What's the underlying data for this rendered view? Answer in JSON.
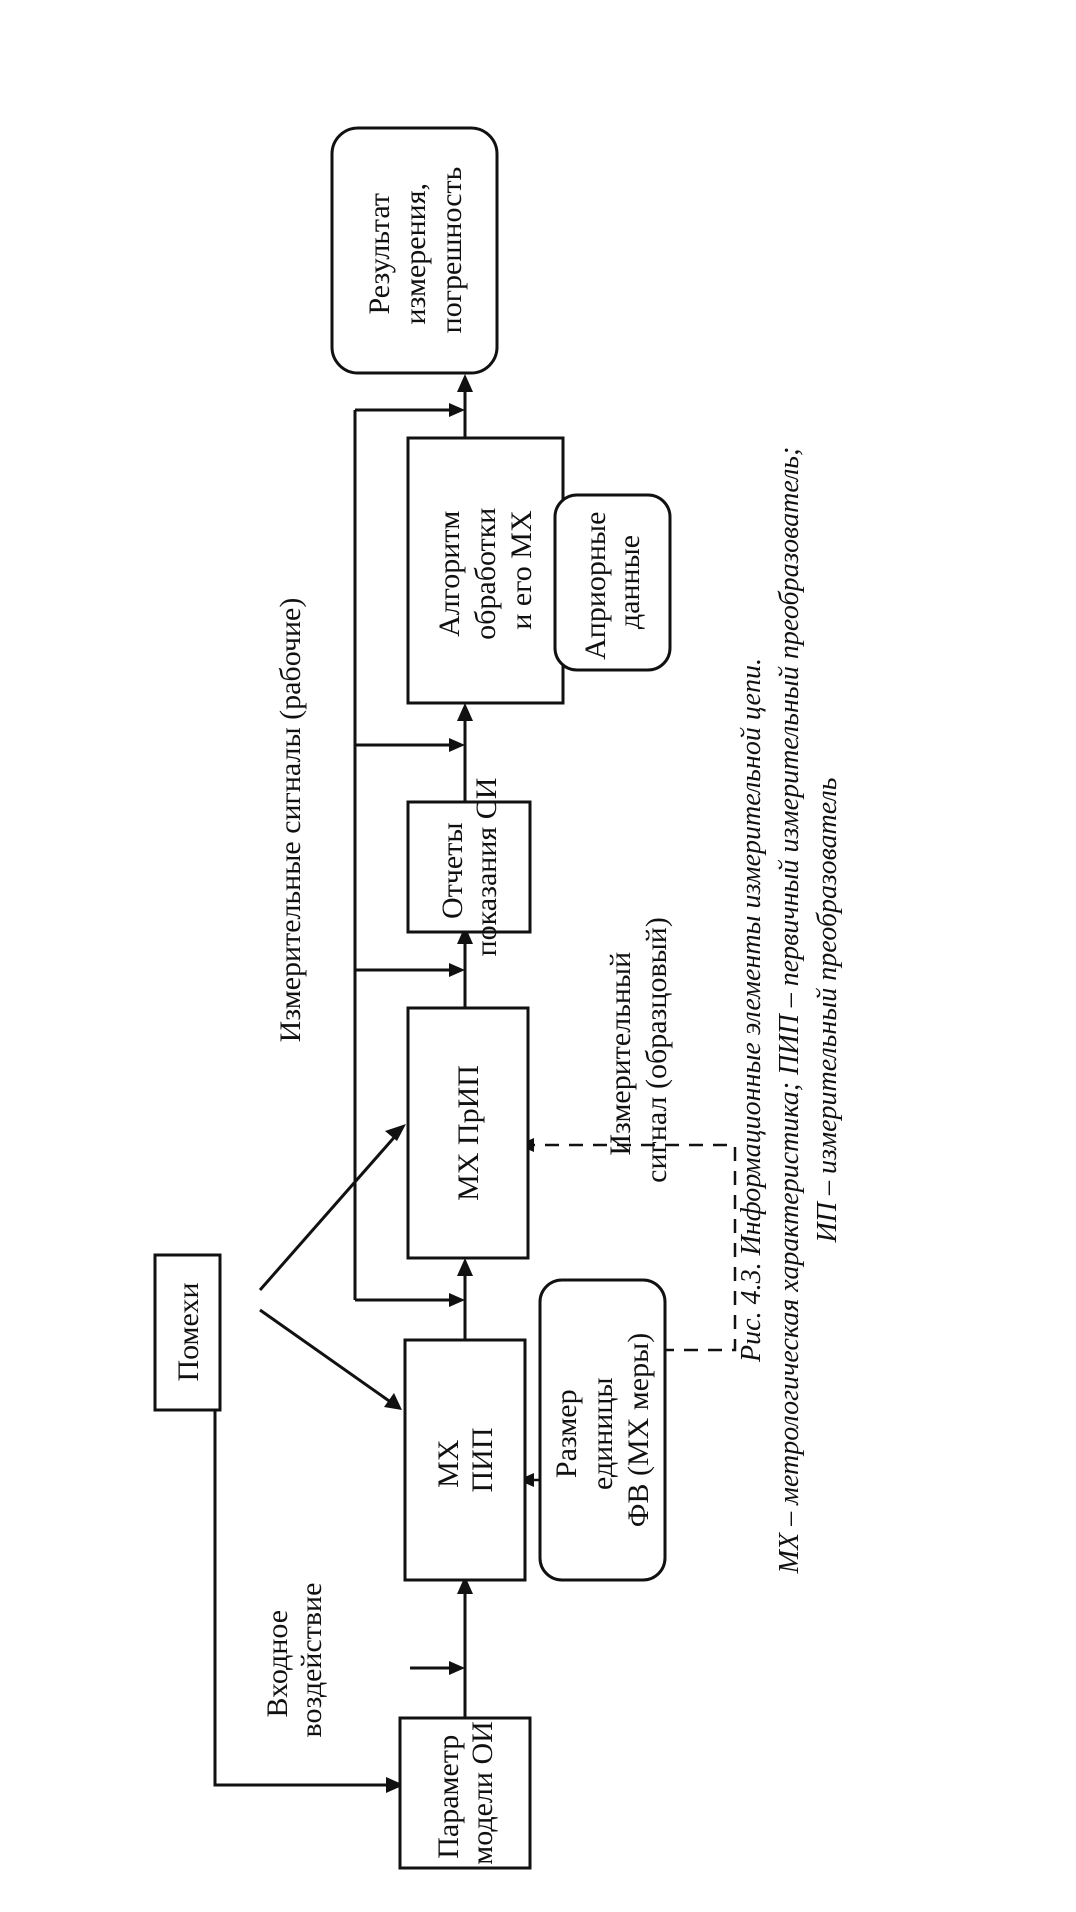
{
  "blocks": {
    "param": [
      "Параметр",
      "модели ОИ"
    ],
    "mx_pip": [
      "МХ",
      "ПИП"
    ],
    "mx_prip": [
      "МХ ПрИП"
    ],
    "readings": [
      "Отчеты",
      "показания СИ"
    ],
    "algorithm": [
      "Алгоритм",
      "обработки",
      "и его МХ"
    ],
    "result": [
      "Результат",
      "измерения,",
      "погрешность"
    ],
    "noise": [
      "Помехи"
    ],
    "unit_size": [
      "Размер",
      "единицы",
      "ФВ (МХ меры)"
    ],
    "apriori": [
      "Априорные",
      "данные"
    ]
  },
  "labels": {
    "input_action": [
      "Входное",
      "воздействие"
    ],
    "working_signals": "Измерительные сигналы (рабочие)",
    "reference_signal": [
      "Измерительный",
      "сигнал (образцовый)"
    ]
  },
  "caption": {
    "line1": "Рис. 4.3. Информационные элементы измерительной цепи.",
    "line2": "МХ – метрологическая характеристика; ПИП – первичный измерительный преобразователь;",
    "line3": "ИП – измерительный преобразователь"
  }
}
